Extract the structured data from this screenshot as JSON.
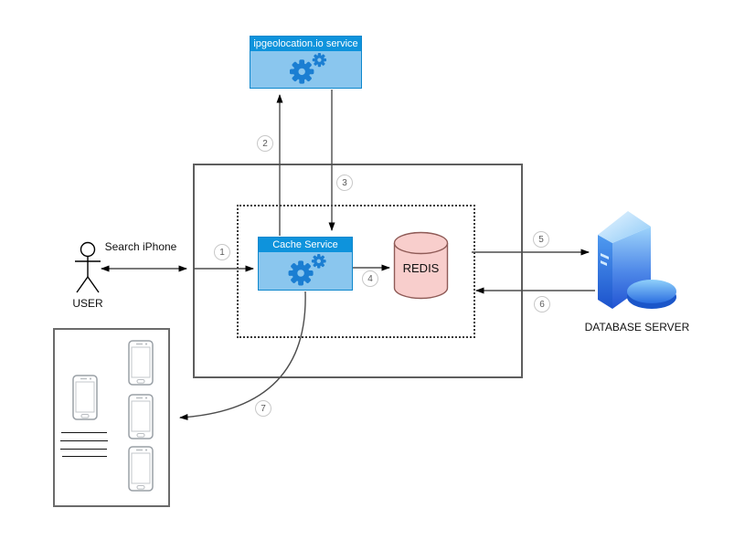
{
  "diagram": {
    "nodes": {
      "external_service": {
        "label": "ipgeolocation.io service"
      },
      "cache_service": {
        "label": "Cache Service"
      },
      "redis": {
        "label": "REDIS"
      },
      "database_server": {
        "label": "DATABASE SERVER"
      },
      "user": {
        "label": "USER"
      }
    },
    "edges": {
      "user_search_label": "Search iPhone",
      "steps": [
        "1",
        "2",
        "3",
        "4",
        "5",
        "6",
        "7"
      ]
    },
    "colors": {
      "service_header_blue": "#0e93dc",
      "service_body_blue": "#8ac6ee",
      "gear_blue": "#1b7ed2",
      "redis_fill": "#f8cecc",
      "redis_stroke": "#8f5b57",
      "server_blue_light": "#9ed4fb",
      "server_blue_dark": "#2153d2",
      "connector_gray": "#4d4d4d"
    }
  }
}
